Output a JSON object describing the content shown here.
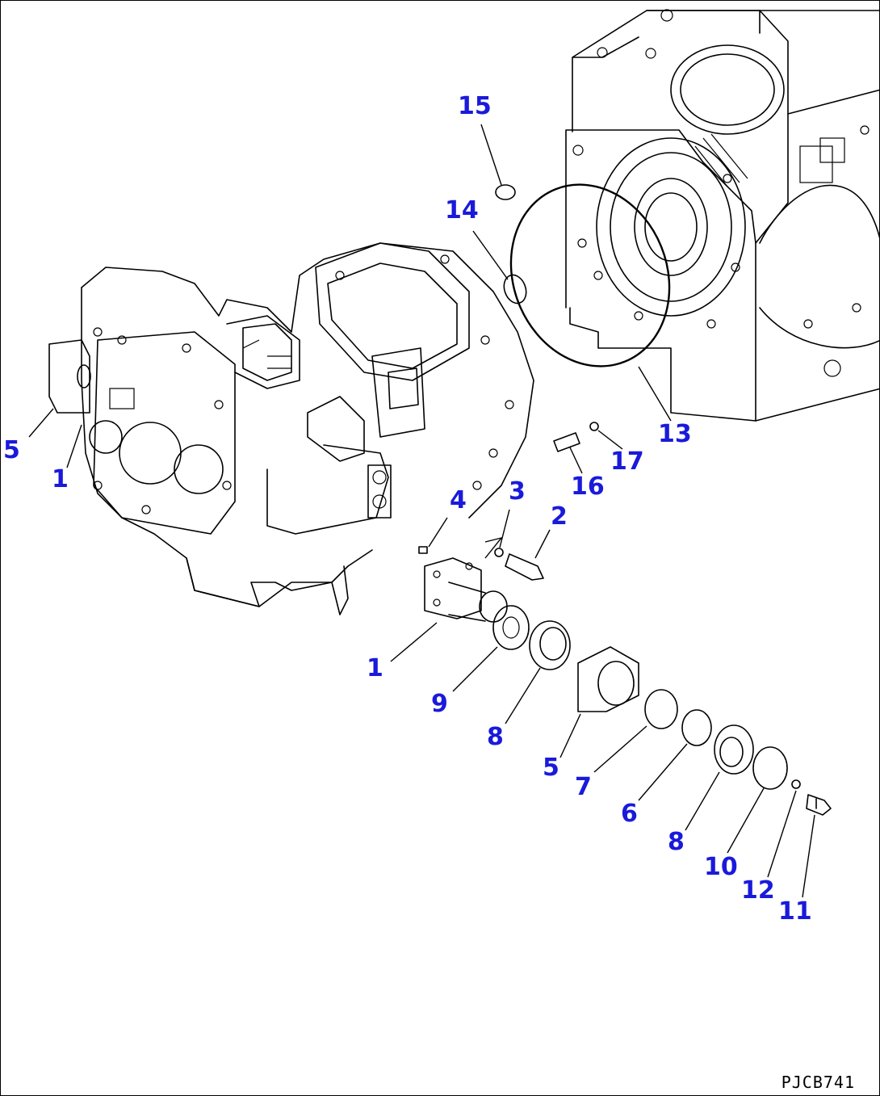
{
  "diagram": {
    "type": "exploded parts diagram",
    "drawing_code": "PJCB741",
    "label_color": "#1a1adb",
    "callouts": [
      {
        "id": "c5a",
        "text": "5"
      },
      {
        "id": "c1a",
        "text": "1"
      },
      {
        "id": "c15",
        "text": "15"
      },
      {
        "id": "c14",
        "text": "14"
      },
      {
        "id": "c13",
        "text": "13"
      },
      {
        "id": "c17",
        "text": "17"
      },
      {
        "id": "c16",
        "text": "16"
      },
      {
        "id": "c4",
        "text": "4"
      },
      {
        "id": "c3",
        "text": "3"
      },
      {
        "id": "c2",
        "text": "2"
      },
      {
        "id": "c1b",
        "text": "1"
      },
      {
        "id": "c9",
        "text": "9"
      },
      {
        "id": "c8a",
        "text": "8"
      },
      {
        "id": "c5b",
        "text": "5"
      },
      {
        "id": "c7",
        "text": "7"
      },
      {
        "id": "c6",
        "text": "6"
      },
      {
        "id": "c8b",
        "text": "8"
      },
      {
        "id": "c10",
        "text": "10"
      },
      {
        "id": "c12",
        "text": "12"
      },
      {
        "id": "c11",
        "text": "11"
      }
    ]
  }
}
